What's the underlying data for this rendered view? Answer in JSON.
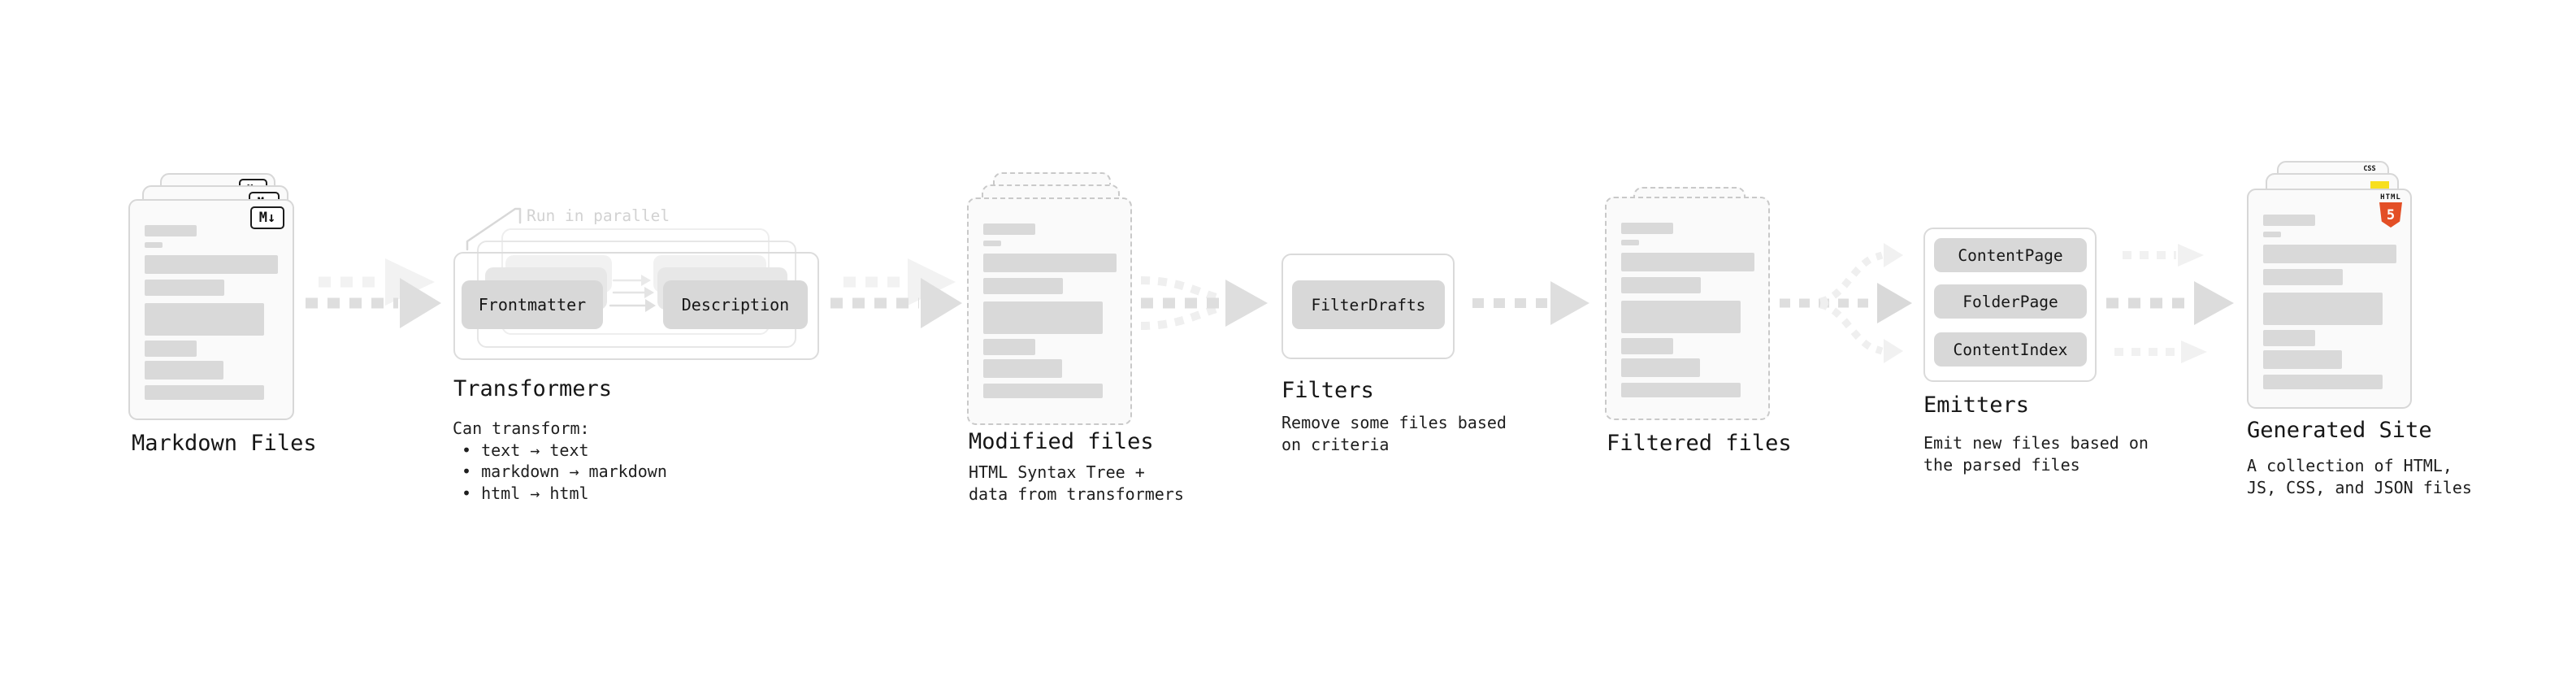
{
  "colors": {
    "card_bg": "#fafafa",
    "bar_gray": "#d9d9d9",
    "button_gray": "#d8d8d8",
    "arrow_gray": "#dedede",
    "html5_orange": "#e34f26",
    "css_blue": "#2f6fe4",
    "js_yellow": "#f7df1e"
  },
  "markdown_files": {
    "label": "Markdown Files",
    "badge": "M↓"
  },
  "transformers": {
    "label": "Transformers",
    "annotation": "Run in parallel",
    "frontmatter_button": "Frontmatter",
    "description_button": "Description",
    "desc_title": "Can transform:",
    "bullets": [
      "• text → text",
      "• markdown → markdown",
      "• html → html"
    ]
  },
  "modified_files": {
    "label": "Modified files",
    "desc_line1": "HTML Syntax Tree +",
    "desc_line2": "data from transformers"
  },
  "filters": {
    "label": "Filters",
    "button": "FilterDrafts",
    "desc_line1": "Remove some files based",
    "desc_line2": "on criteria"
  },
  "filtered_files": {
    "label": "Filtered files"
  },
  "emitters": {
    "label": "Emitters",
    "buttons": [
      "ContentPage",
      "FolderPage",
      "ContentIndex"
    ],
    "desc_line1": "Emit new files based on",
    "desc_line2": "the parsed files"
  },
  "generated_site": {
    "label": "Generated Site",
    "desc_line1": "A collection of HTML,",
    "desc_line2": "JS, CSS, and JSON files",
    "css_badge": "CSS",
    "html_badge_label": "HTML",
    "html_badge_number": "5"
  }
}
